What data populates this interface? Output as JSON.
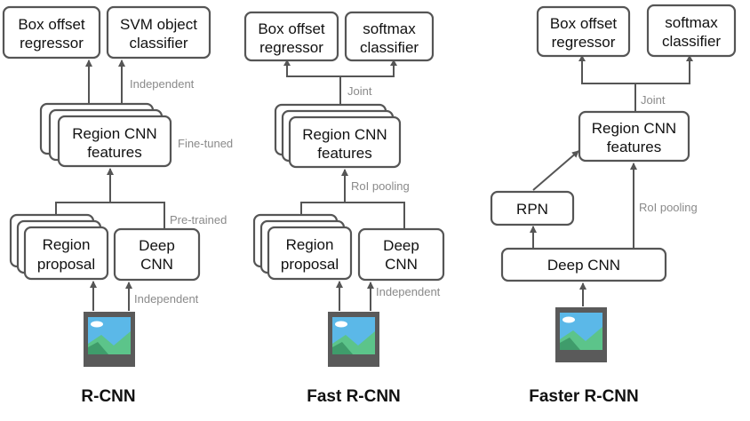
{
  "labels": {
    "box_offset_line1": "Box offset",
    "box_offset_line2": "regressor",
    "svm_line1": "SVM object",
    "svm_line2": "classifier",
    "softmax_line1": "softmax",
    "softmax_line2": "classifier",
    "region_cnn_line1": "Region CNN",
    "region_cnn_line2": "features",
    "region_proposal_line1": "Region",
    "region_proposal_line2": "proposal",
    "deep_cnn_line1": "Deep",
    "deep_cnn_line2": "CNN",
    "rpn": "RPN",
    "deep_cnn_single": "Deep CNN",
    "independent": "Independent",
    "fine_tuned": "Fine-tuned",
    "pre_trained": "Pre-trained",
    "joint": "Joint",
    "roi_pooling": "RoI pooling"
  },
  "titles": {
    "rcnn": "R-CNN",
    "fast_rcnn": "Fast R-CNN",
    "faster_rcnn": "Faster R-CNN"
  },
  "colors": {
    "stroke": "#555555",
    "label_gray": "#8a8a8a",
    "image_frame": "#555555",
    "sky": "#5bb8e8",
    "mountain": "#5cc48a",
    "mountain_dark": "#3f9c6b"
  }
}
